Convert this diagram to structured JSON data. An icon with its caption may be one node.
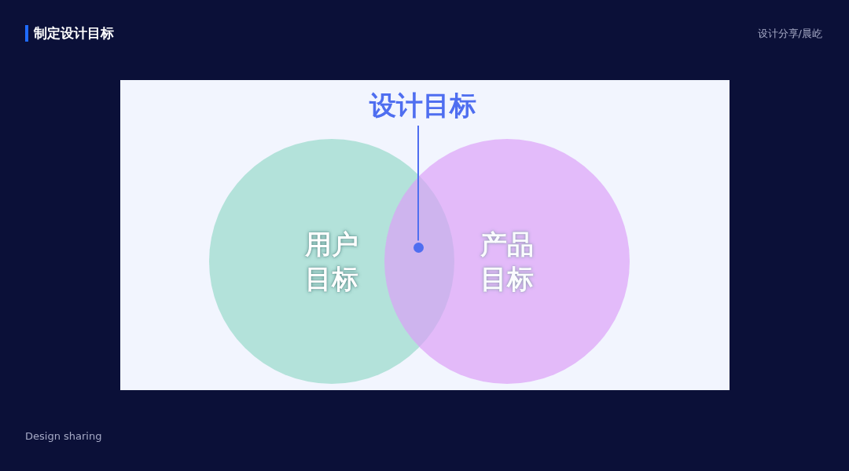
{
  "diagram": {
    "title": "制定设计目标",
    "nodes": [
      {
        "text": [
          "设计目标"
        ]
      },
      {
        "text": [
          "用户目标"
        ]
      },
      {
        "text": [
          "产品目标"
        ]
      },
      {
        "text": [],
        "shape": "circle"
      }
    ],
    "edges": [
      {
        "from": 0,
        "to": 3,
        "arrow": "none"
      }
    ],
    "labels": [
      "设计分享/晨屹",
      "Design sharing"
    ]
  }
}
